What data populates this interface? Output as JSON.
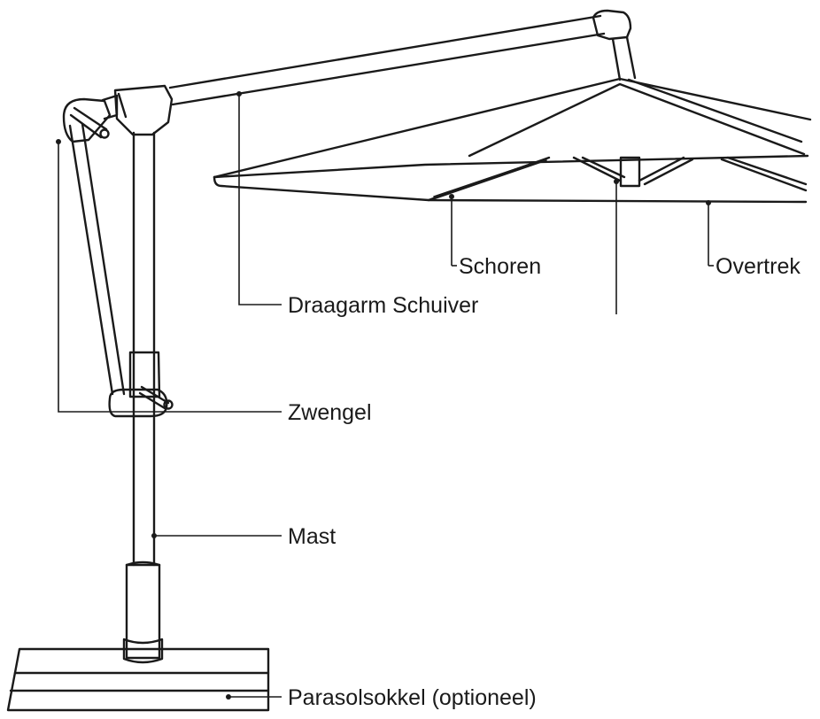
{
  "labels": {
    "schoren": "Schoren",
    "overtrek": "Overtrek",
    "draagarm": "Draagarm Schuiver",
    "zwengel": "Zwengel",
    "mast": "Mast",
    "sokkel": "Parasolsokkel (optioneel)"
  },
  "colors": {
    "line": "#1a1a1a",
    "background": "#ffffff"
  }
}
